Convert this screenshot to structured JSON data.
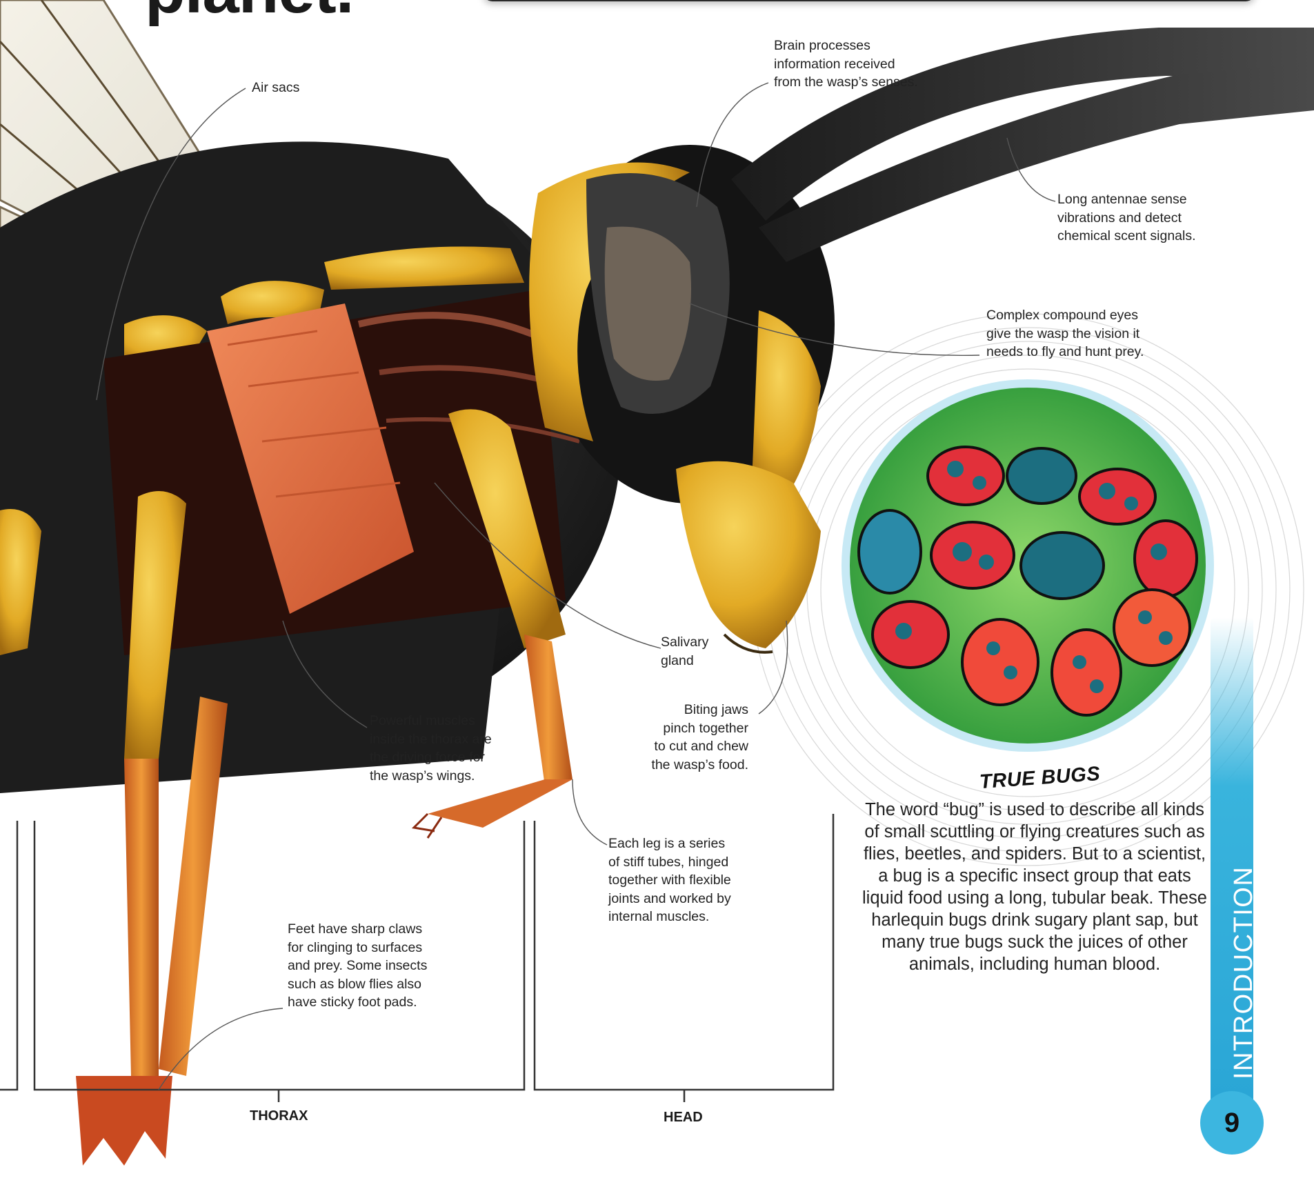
{
  "page": {
    "heading_fragment": "planet."
  },
  "callouts": {
    "air_sacs": "Air sacs",
    "brain": [
      "Brain processes",
      "information received",
      "from the wasp’s senses."
    ],
    "antennae": [
      "Long antennae sense",
      "vibrations and detect",
      "chemical scent signals."
    ],
    "eyes": [
      "Complex compound eyes",
      "give the wasp the vision it",
      "needs to fly and hunt prey."
    ],
    "salivary": [
      "Salivary",
      "gland"
    ],
    "jaws": [
      "Biting jaws",
      "pinch together",
      "to cut and chew",
      "the wasp’s food."
    ],
    "muscles": [
      "Powerful muscles",
      "inside the thorax are",
      "the driving force for",
      "the wasp’s wings."
    ],
    "leg": [
      "Each leg is a series",
      "of stiff tubes, hinged",
      "together with flexible",
      "joints and worked by",
      "internal muscles."
    ],
    "feet": [
      "Feet have sharp claws",
      "for clinging to surfaces",
      "and prey. Some insects",
      "such as blow flies also",
      "have sticky foot pads."
    ]
  },
  "sections": {
    "thorax": "THORAX",
    "head": "HEAD"
  },
  "true_bugs": {
    "title": "TRUE BUGS",
    "body": "The word “bug” is used to describe all kinds of small scuttling or flying creatures such as flies, beetles, and spiders. But to a scientist, a bug is a specific insect group that eats liquid food using a long, tubular beak. These harlequin bugs drink sugary plant sap, but many true bugs suck the juices of other animals, including human blood."
  },
  "tab": {
    "label": "INTRODUCTION",
    "page_number": "9"
  },
  "colors": {
    "accent_blue": "#39b4dd",
    "wasp_yellow": "#e8b42a",
    "muscle_orange": "#e8774a",
    "bug_green": "#6cc24a",
    "bug_red": "#e2303a"
  }
}
